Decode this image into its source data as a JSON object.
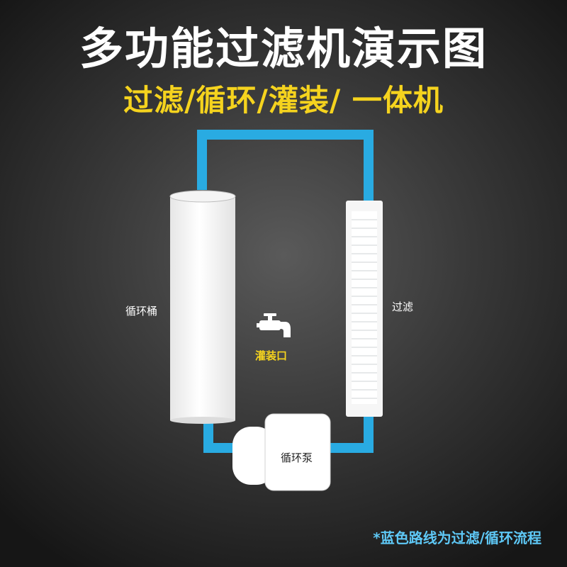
{
  "title": "多功能过滤机演示图",
  "subtitle": "过滤/循环/灌装/ 一体机",
  "labels": {
    "tank": "循环桶",
    "filter": "过滤",
    "faucet": "灌装口",
    "pump": "循环泵"
  },
  "footnote": "*蓝色路线为过滤/循环流程",
  "icons": [
    "faucet-icon"
  ],
  "colors": {
    "pipe": "#29abe2",
    "title": "#ffffff",
    "subtitle": "#f5d31e",
    "footnote": "#5ec8f6"
  }
}
